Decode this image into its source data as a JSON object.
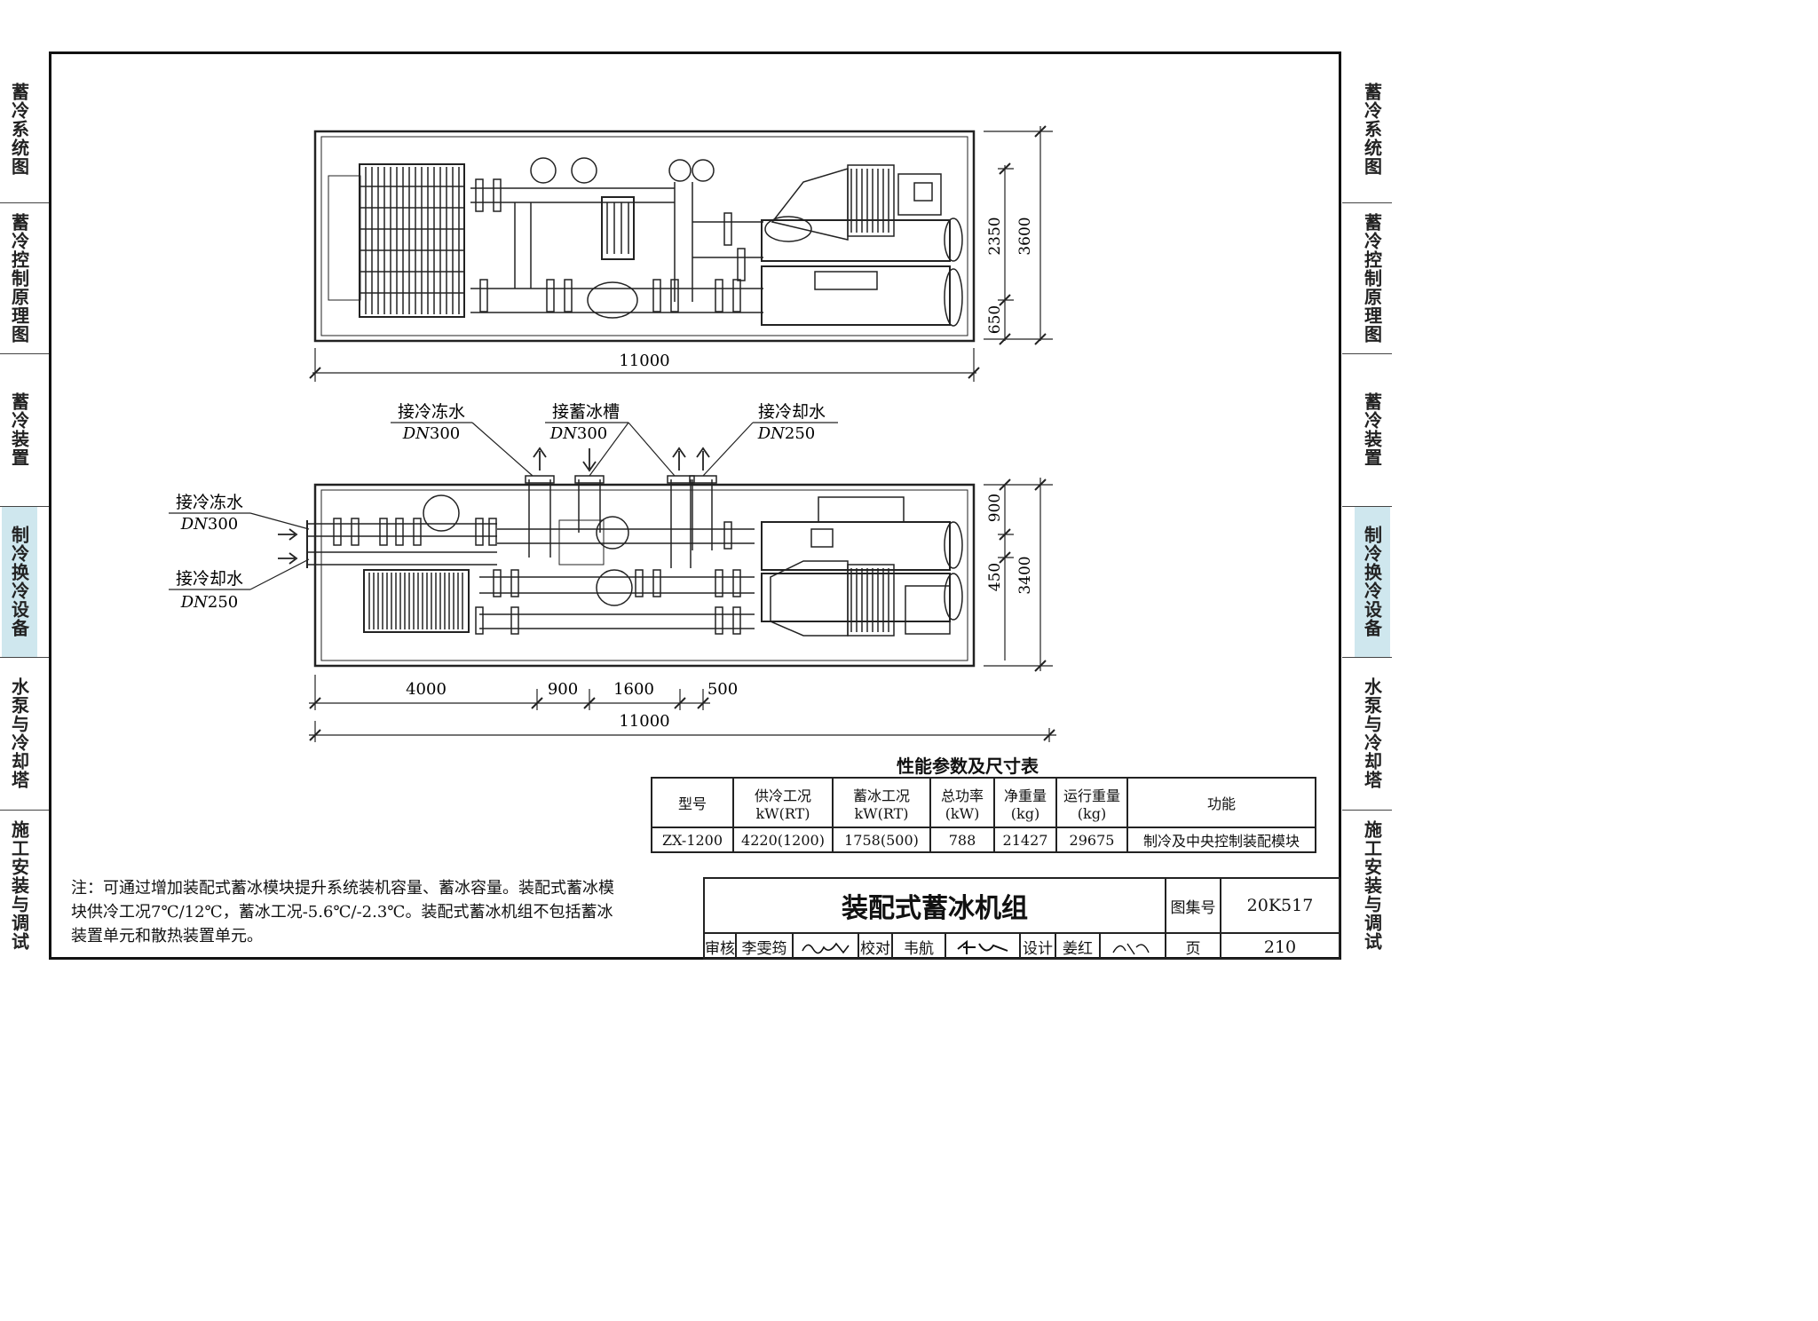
{
  "side_tabs_left": [
    {
      "label": "蓄冷系统图",
      "active": false
    },
    {
      "label": "蓄冷控制原理图",
      "active": false
    },
    {
      "label": "蓄冷装置",
      "active": false
    },
    {
      "label": "制冷换冷设备",
      "active": true
    },
    {
      "label": "水泵与冷却塔",
      "active": false
    },
    {
      "label": "施工安装与调试",
      "active": false
    }
  ],
  "side_tabs_right": [
    {
      "label": "蓄冷系统图",
      "active": false
    },
    {
      "label": "蓄冷控制原理图",
      "active": false
    },
    {
      "label": "蓄冷装置",
      "active": false
    },
    {
      "label": "制冷换冷设备",
      "active": true
    },
    {
      "label": "水泵与冷却塔",
      "active": false
    },
    {
      "label": "施工安装与调试",
      "active": false
    }
  ],
  "active_tab_color": "#cfe7ee",
  "top_view": {
    "dim_total_length": "11000",
    "dim_height_total": "3600",
    "dim_height_upper": "2350",
    "dim_height_lower": "650"
  },
  "bottom_view": {
    "callouts_top": [
      {
        "name": "接冷冻水",
        "size_prefix": "DN",
        "size": "300"
      },
      {
        "name": "接蓄冰槽",
        "size_prefix": "DN",
        "size": "300"
      },
      {
        "name": "接冷却水",
        "size_prefix": "DN",
        "size": "250"
      }
    ],
    "callouts_left": [
      {
        "name": "接冷冻水",
        "size_prefix": "DN",
        "size": "300"
      },
      {
        "name": "接冷却水",
        "size_prefix": "DN",
        "size": "250"
      }
    ],
    "dim_segments": [
      "4000",
      "900",
      "1600",
      "500"
    ],
    "dim_total_length": "11000",
    "dim_height_total": "3400",
    "dim_height_upper": "900",
    "dim_height_lower": "450"
  },
  "performance_table": {
    "title": "性能参数及尺寸表",
    "headers": [
      [
        "型号"
      ],
      [
        "供冷工况",
        "kW(RT)"
      ],
      [
        "蓄冰工况",
        "kW(RT)"
      ],
      [
        "总功率",
        "(kW)"
      ],
      [
        "净重量",
        "(kg)"
      ],
      [
        "运行重量",
        "(kg)"
      ],
      [
        "功能"
      ]
    ],
    "rows": [
      [
        "ZX-1200",
        "4220(1200)",
        "1758(500)",
        "788",
        "21427",
        "29675",
        "制冷及中央控制装配模块"
      ]
    ]
  },
  "note": "注：可通过增加装配式蓄冰模块提升系统装机容量、蓄冰容量。装配式蓄冰模块供冷工况7℃/12℃，蓄冰工况-5.6℃/-2.3℃。装配式蓄冰机组不包括蓄冰装置单元和散热装置单元。",
  "title_block": {
    "drawing_title": "装配式蓄冰机组",
    "atlas_no_label": "图集号",
    "atlas_no": "20K517",
    "page_label": "页",
    "page_no": "210",
    "review_label": "审核",
    "reviewer": "李雯筠",
    "check_label": "校对",
    "checker": "韦航",
    "design_label": "设计",
    "designer": "姜红"
  }
}
